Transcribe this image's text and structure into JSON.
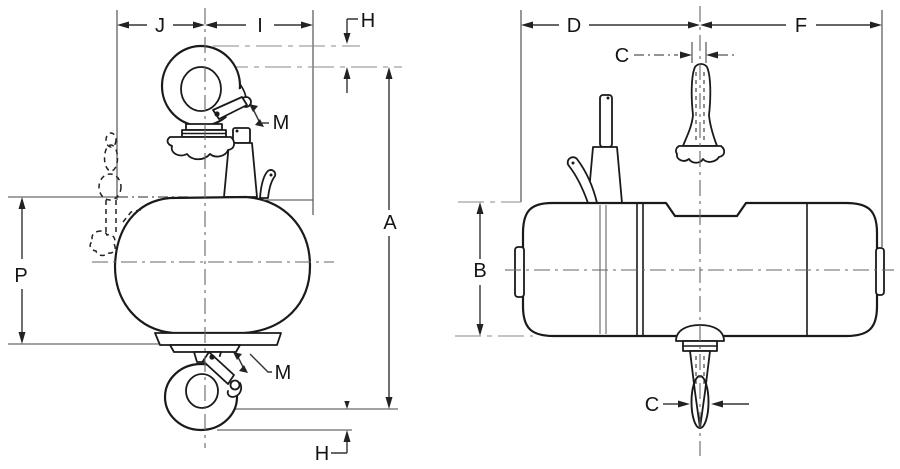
{
  "figure": {
    "kind": "dimension-drawing",
    "subject": "Electric chain hoist outline drawing, front and side orthographic views with dimension letters",
    "colors": {
      "background": "#ffffff",
      "outline": "#1a1a1a",
      "dimension_lines": "#333333",
      "reference_lines": "#8a8a8a",
      "centerlines": "#666666"
    },
    "front_view": {
      "dimensions": {
        "top_left_width": "J",
        "top_right_width": "I",
        "hook_clearance_top": "H",
        "latch_width_top": "M",
        "headroom_overall": "A",
        "body_height": "P",
        "latch_width_bottom": "M",
        "hook_clearance_bottom": "H"
      }
    },
    "side_view": {
      "dimensions": {
        "left_width": "D",
        "hook_thickness_top": "C",
        "right_width": "F",
        "body_height": "B",
        "hook_thickness_bottom": "C"
      }
    }
  }
}
